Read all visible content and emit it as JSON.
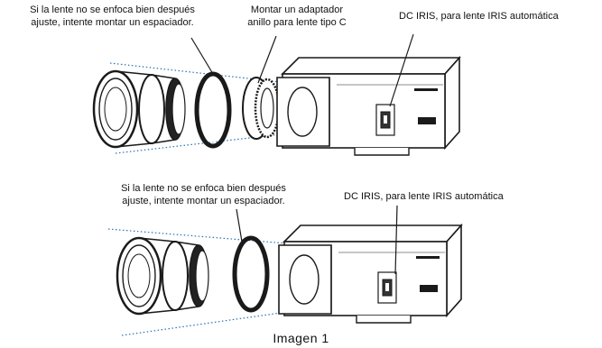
{
  "figure": {
    "top": {
      "spacer_note": "Si la lente no se enfoca bien después\najuste, intente montar un espaciador.",
      "adapter_note": "Montar un adaptador\nanillo para lente tipo C",
      "dc_iris_note": "DC IRIS, para lente IRIS automática"
    },
    "bottom": {
      "spacer_note": "Si la lente no se enfoca bien después\najuste, intente montar un espaciador.",
      "dc_iris_note": "DC IRIS, para lente IRIS automática"
    },
    "caption": "Imagen 1"
  },
  "colors": {
    "line": "#222222",
    "dotted": "#2a6fb5",
    "outline": "#1a1a1a"
  }
}
